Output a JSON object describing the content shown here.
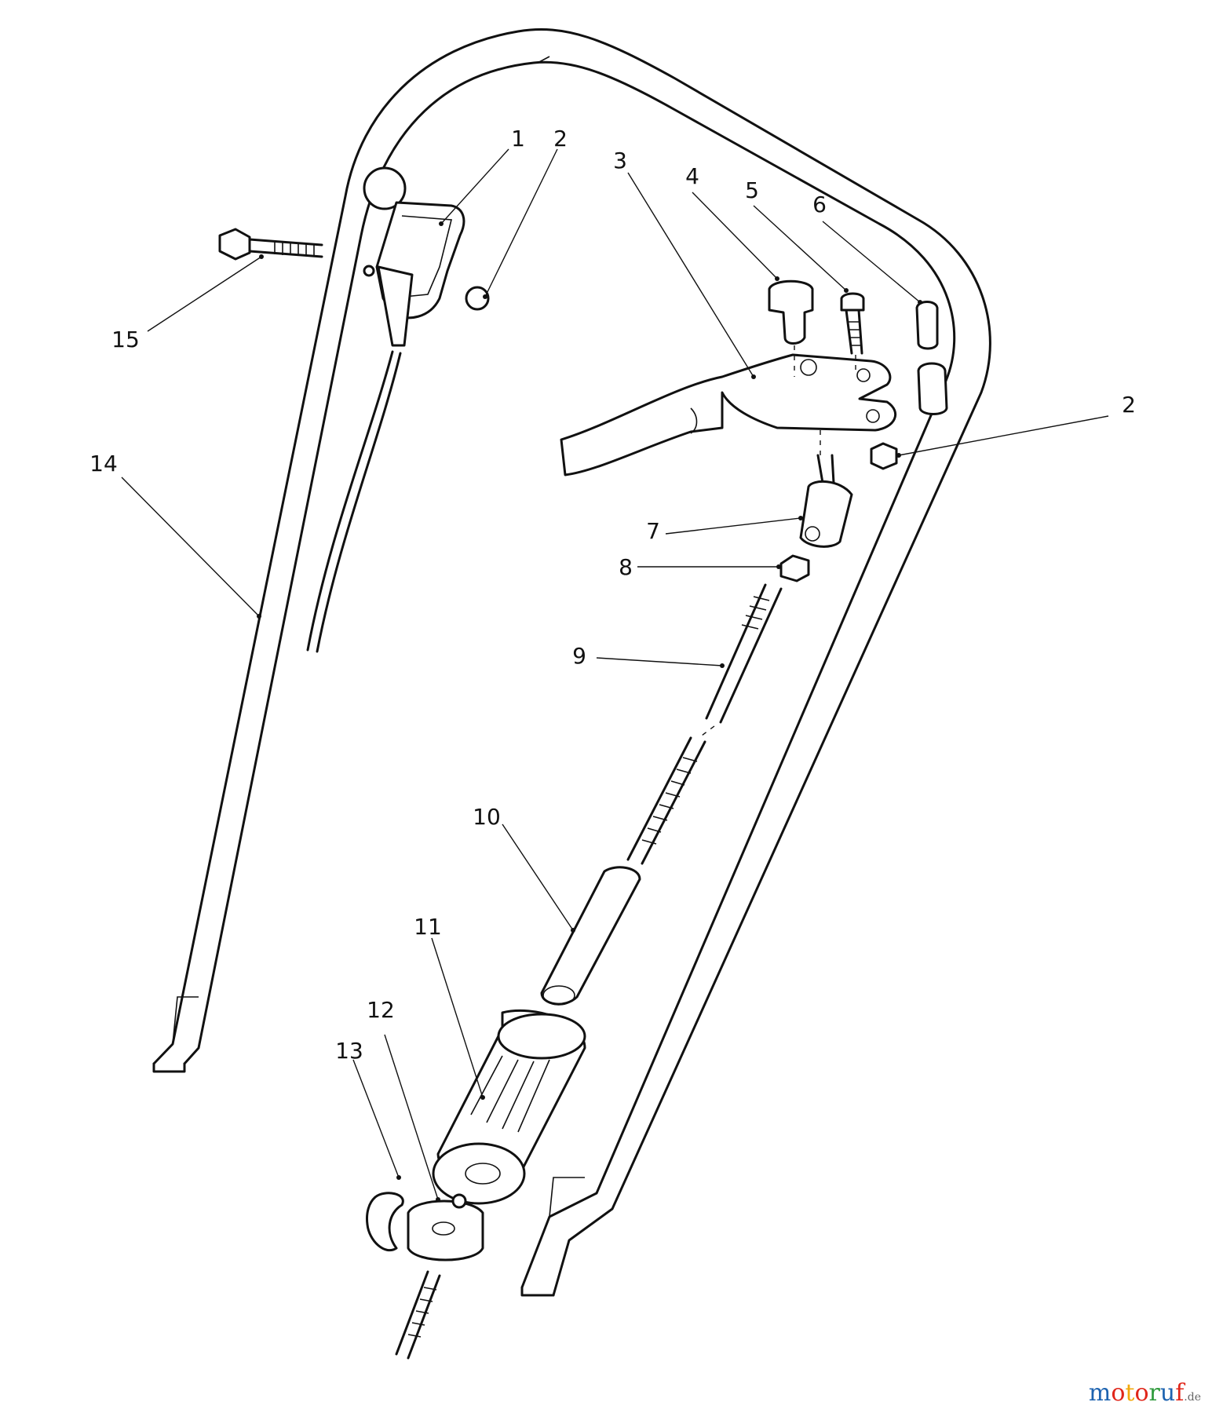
{
  "diagram": {
    "callouts": [
      {
        "id": "c1",
        "text": "1"
      },
      {
        "id": "c2a",
        "text": "2"
      },
      {
        "id": "c2b",
        "text": "2"
      },
      {
        "id": "c3",
        "text": "3"
      },
      {
        "id": "c4",
        "text": "4"
      },
      {
        "id": "c5",
        "text": "5"
      },
      {
        "id": "c6",
        "text": "6"
      },
      {
        "id": "c7",
        "text": "7"
      },
      {
        "id": "c8",
        "text": "8"
      },
      {
        "id": "c9",
        "text": "9"
      },
      {
        "id": "c10",
        "text": "10"
      },
      {
        "id": "c11",
        "text": "11"
      },
      {
        "id": "c12",
        "text": "12"
      },
      {
        "id": "c13",
        "text": "13"
      },
      {
        "id": "c14",
        "text": "14"
      },
      {
        "id": "c15",
        "text": "15"
      }
    ]
  },
  "watermark": {
    "letters": [
      "m",
      "o",
      "t",
      "o",
      "r",
      "u",
      "f"
    ],
    "suffix": ".de"
  }
}
